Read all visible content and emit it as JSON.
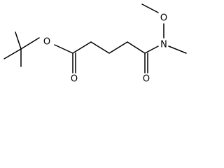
{
  "structure": {
    "atoms": {
      "ester_oxygen": "O",
      "carbonyl_oxygen_ester": "O",
      "carbonyl_oxygen_amide": "O",
      "amide_nitrogen": "N",
      "methoxy_oxygen": "O"
    }
  },
  "colors": {
    "bond": "#000000",
    "background": "#ffffff"
  }
}
